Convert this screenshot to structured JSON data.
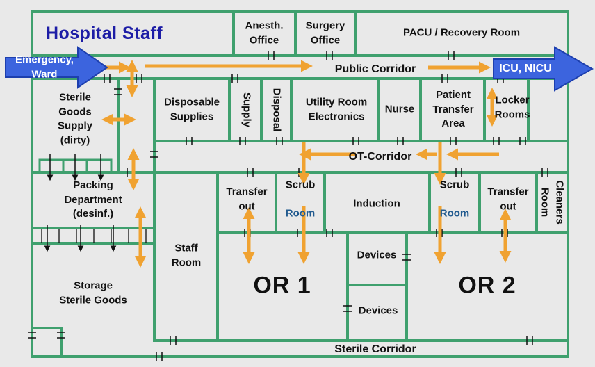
{
  "diagram_title": "Hospital Staff",
  "colors": {
    "background": "#e9e9e9",
    "wall_green": "#3fa06e",
    "flow_orange": "#f0a231",
    "big_arrow_blue": "#3c64de",
    "big_arrow_border": "#1d3fae",
    "title_navy": "#1d1da6",
    "scrub_room_blue": "#215a8f",
    "text_black": "#111111"
  },
  "rooms": {
    "hospital_staff": "Hospital Staff",
    "anesth_office": "Anesth.\nOffice",
    "surgery_office": "Surgery\nOffice",
    "pacu": "PACU / Recovery Room",
    "sterile_goods_supply": "Sterile\nGoods\nSupply\n(dirty)",
    "disposable_supplies": "Disposable\nSupplies",
    "supply": "Supply",
    "disposal": "Disposal",
    "utility_room": "Utility Room\nElectronics",
    "nurse": "Nurse",
    "patient_transfer_area": "Patient\nTransfer\nArea",
    "locker_rooms": "Locker\nRooms",
    "packing_department": "Packing\nDepartment\n(desinf.)",
    "storage_sterile_goods": "Storage\nSterile Goods",
    "staff_room": "Staff\nRoom",
    "transfer_out_left": "Transfer\nout",
    "scrub_word": "Scrub",
    "room_word": "Room",
    "induction": "Induction",
    "transfer_out_right": "Transfer\nout",
    "cleaners_room": "Cleaners\nRoom",
    "or1": "OR 1",
    "devices_top": "Devices",
    "devices_bottom": "Devices",
    "or2": "OR 2"
  },
  "corridors": {
    "public": "Public Corridor",
    "ot": "OT-Corridor",
    "sterile": "Sterile Corridor"
  },
  "external_arrows": {
    "left": "Emergency,\nWard",
    "right": "ICU, NICU"
  }
}
